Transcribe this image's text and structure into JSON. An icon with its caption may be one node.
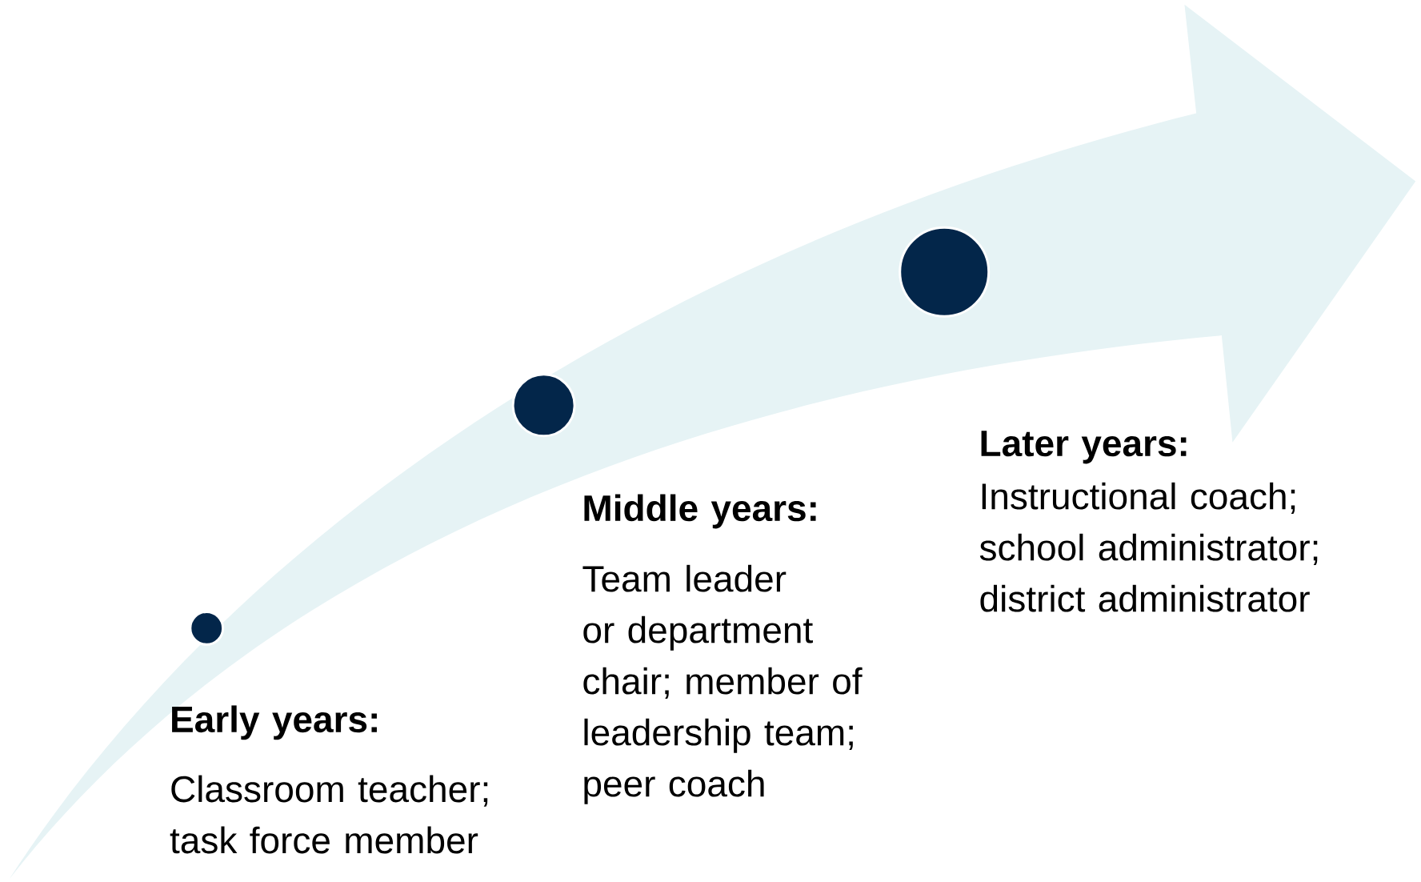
{
  "diagram": {
    "nodes": [
      {
        "text": [],
        "shape": "circle",
        "beside": [
          "Early years:",
          "Classroom teacher; task force member"
        ]
      },
      {
        "text": [],
        "shape": "circle",
        "beside": [
          "Middle years:",
          "Team leader or department chair; member of leadership team; peer coach"
        ]
      },
      {
        "text": [],
        "shape": "circle",
        "beside": [
          "Later years:",
          "Instructional coach; school administrator; district administrator"
        ]
      }
    ],
    "edges": []
  }
}
